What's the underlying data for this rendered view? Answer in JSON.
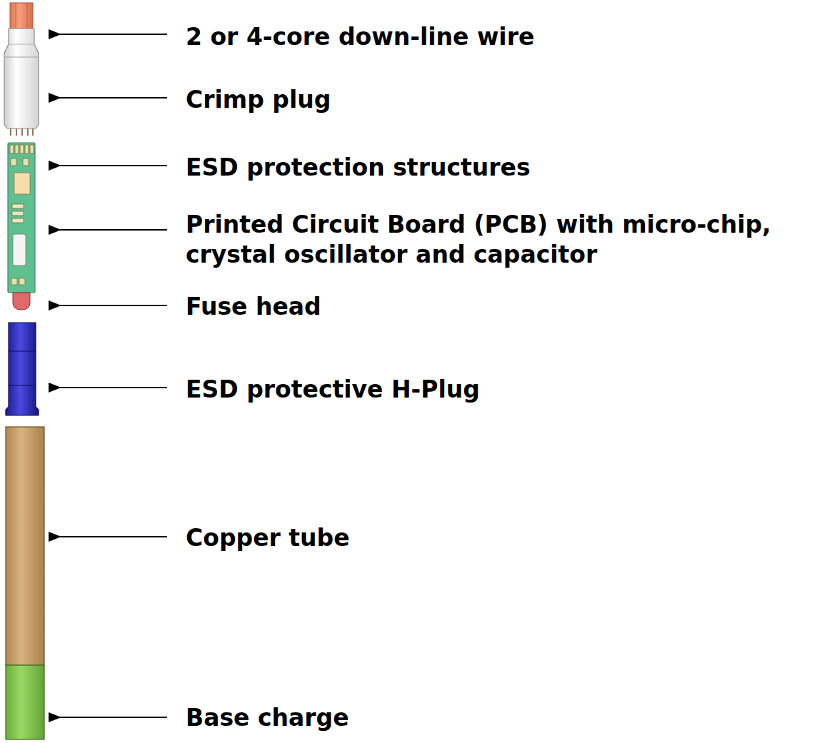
{
  "diagram": {
    "labels": [
      "2 or 4-core down-line wire",
      "Crimp plug",
      "ESD protection structures",
      "Printed Circuit Board (PCB) with micro-chip, crystal oscillator and capacitor",
      "Fuse head",
      "ESD protective H-Plug",
      "Copper tube",
      "Base charge"
    ]
  }
}
